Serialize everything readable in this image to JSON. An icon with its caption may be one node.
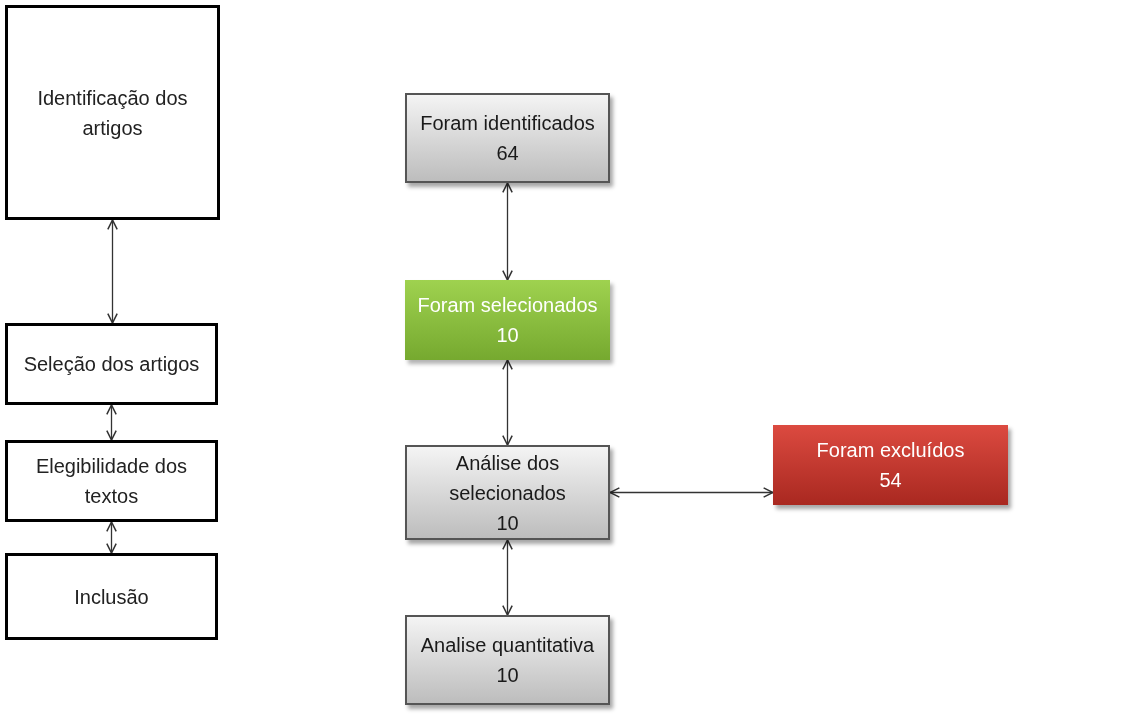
{
  "diagram": {
    "nodes": [
      {
        "text": [
          "Identificação dos artigos"
        ]
      },
      {
        "text": [
          "Seleção dos artigos"
        ]
      },
      {
        "text": [
          "Elegibilidade dos textos"
        ]
      },
      {
        "text": [
          "Inclusão"
        ]
      },
      {
        "text": [
          "Foram identificados",
          "64"
        ]
      },
      {
        "text": [
          "Foram selecionados",
          "10"
        ]
      },
      {
        "text": [
          "Análise dos selecionados",
          "10"
        ]
      },
      {
        "text": [
          "Foram excluídos",
          "54"
        ]
      },
      {
        "text": [
          "Analise quantitativa",
          "10"
        ]
      }
    ],
    "edges": [
      {
        "from": 0,
        "to": 1,
        "arrow": "both"
      },
      {
        "from": 1,
        "to": 2,
        "arrow": "both"
      },
      {
        "from": 2,
        "to": 3,
        "arrow": "both"
      },
      {
        "from": 4,
        "to": 5,
        "arrow": "both"
      },
      {
        "from": 5,
        "to": 6,
        "arrow": "both"
      },
      {
        "from": 6,
        "to": 7,
        "arrow": "both"
      },
      {
        "from": 6,
        "to": 8,
        "arrow": "both"
      }
    ]
  }
}
